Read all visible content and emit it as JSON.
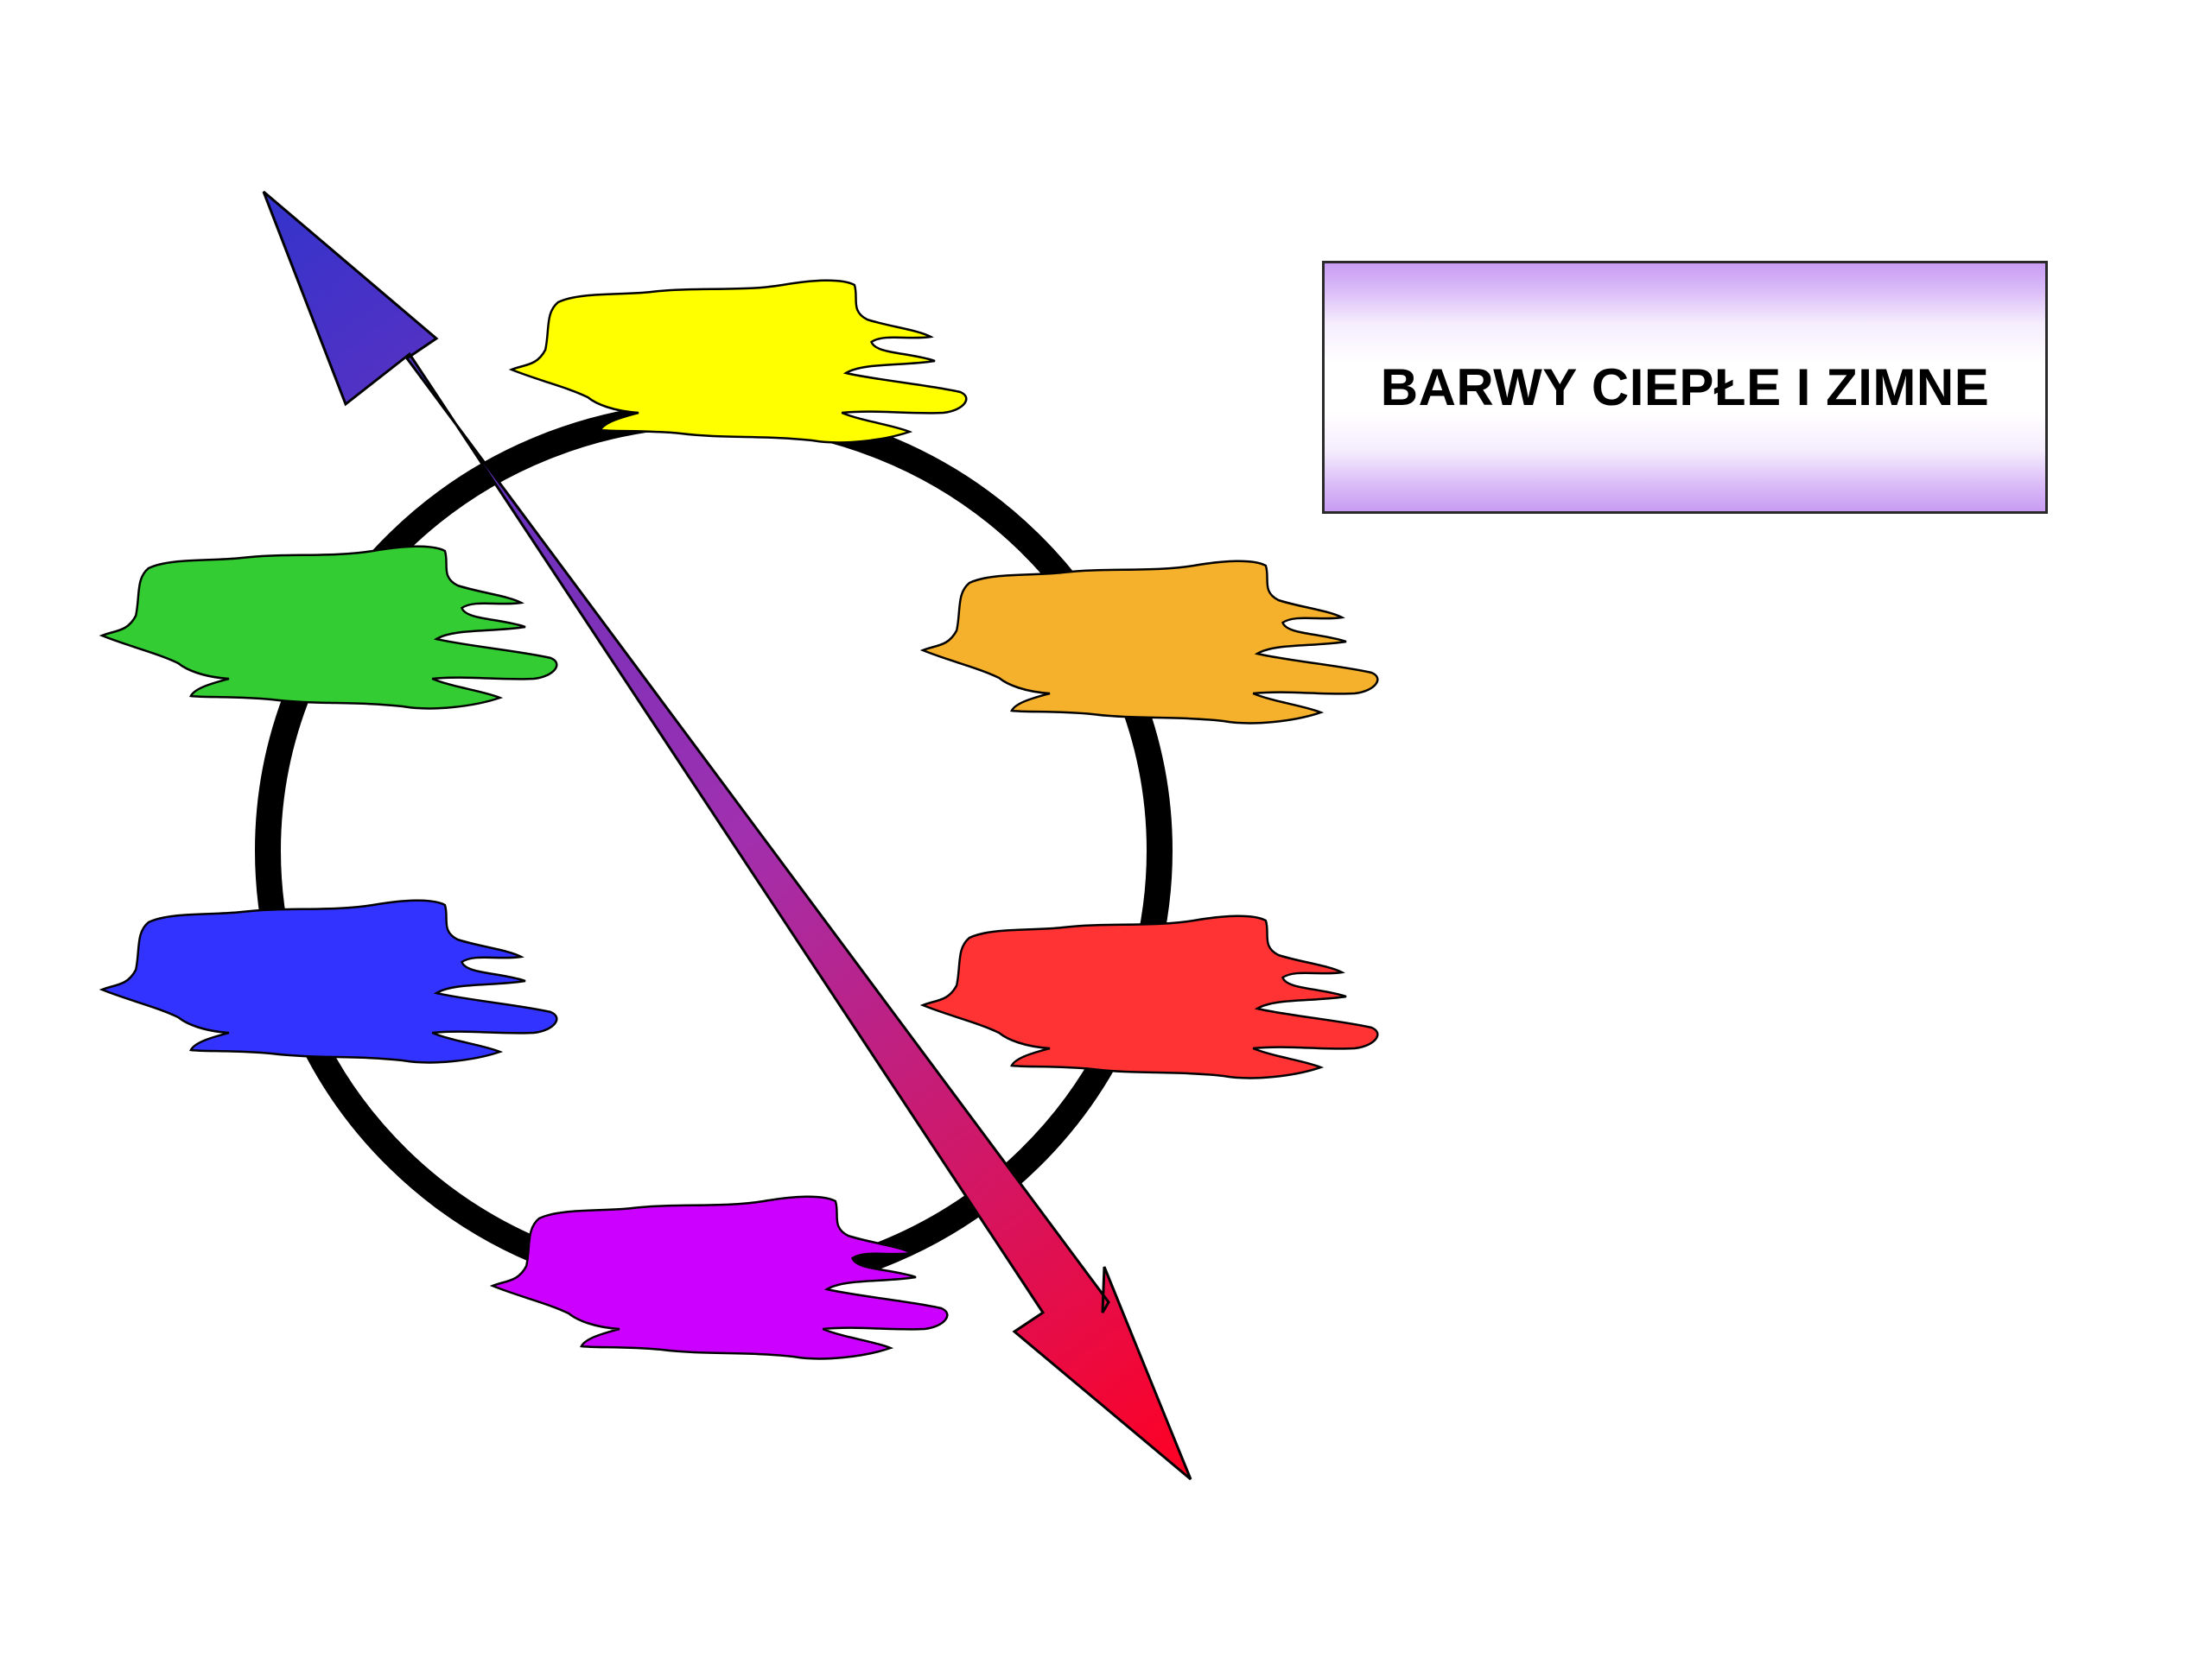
{
  "title": "BARWY CIEPŁE I ZIMNE",
  "colors": {
    "ring": "#000000",
    "yellow": "#ffff00",
    "orange": "#f6b12c",
    "red": "#ff3333",
    "violet": "#cc00ff",
    "blue": "#3333ff",
    "green": "#33cc33",
    "arrow_cold_end": "#3333cc",
    "arrow_warm_end": "#ff0022"
  },
  "blobs": [
    {
      "name": "yellow-blob",
      "color": "yellow"
    },
    {
      "name": "orange-blob",
      "color": "orange"
    },
    {
      "name": "red-blob",
      "color": "red"
    },
    {
      "name": "violet-blob",
      "color": "violet"
    },
    {
      "name": "blue-blob",
      "color": "blue"
    },
    {
      "name": "green-blob",
      "color": "green"
    }
  ]
}
